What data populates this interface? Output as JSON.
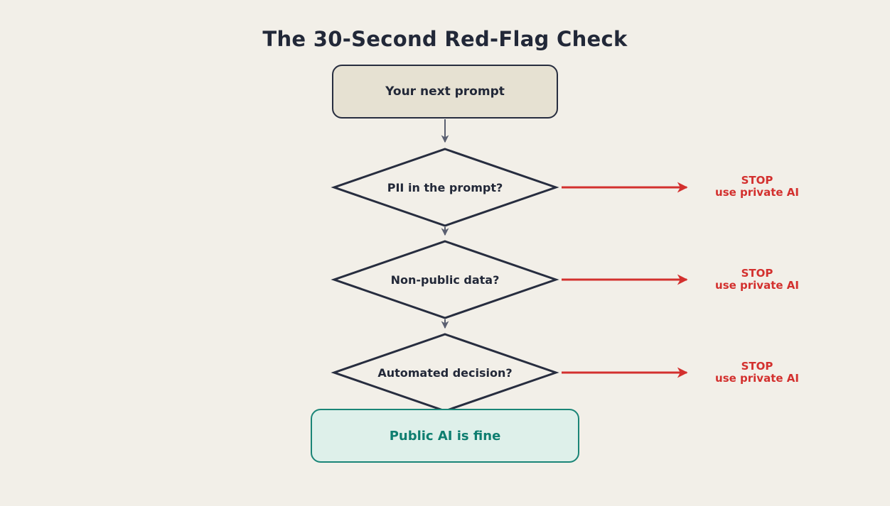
{
  "title": "The 30-Second Red-Flag Check",
  "colors": {
    "background": "#f2efe8",
    "ink": "#272d3f",
    "connector_gray": "#5a5f70",
    "stop_red": "#d3302e",
    "start_node_fill": "#e6e1d2",
    "end_node_border": "#1a8577",
    "end_node_fill": "#def0ea",
    "end_node_text": "#0e7e70"
  },
  "flowchart": {
    "start": {
      "label": "Your next prompt"
    },
    "decisions": [
      {
        "label": "PII in the prompt?",
        "stop_line1": "STOP",
        "stop_line2": "use private AI"
      },
      {
        "label": "Non-public data?",
        "stop_line1": "STOP",
        "stop_line2": "use private AI"
      },
      {
        "label": "Automated decision?",
        "stop_line1": "STOP",
        "stop_line2": "use private AI"
      }
    ],
    "end": {
      "label": "Public AI is fine"
    }
  }
}
